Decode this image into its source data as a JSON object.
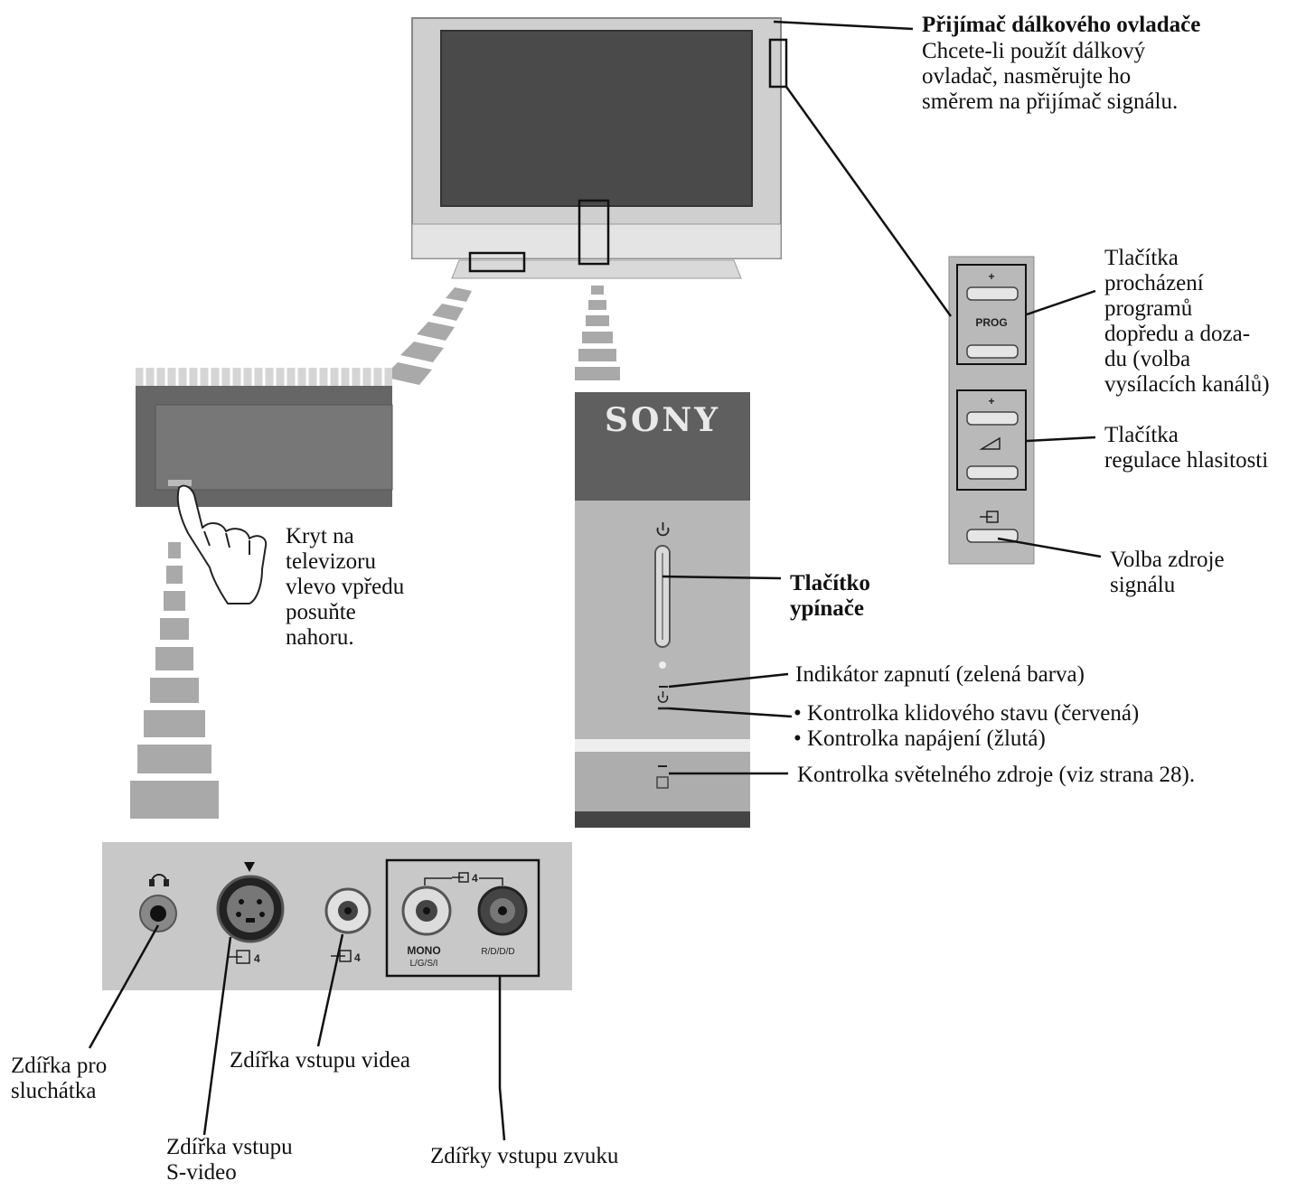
{
  "brand": {
    "logo": "SONY"
  },
  "labels": {
    "remote_receiver_title": "Přijímač dálkového ovladače",
    "remote_receiver_text": "Chcete-li použít dálkový\novladač, nasměrujte ho\nsměrem na přijímač signálu.",
    "prog_buttons": "Tlačítka\nprocházení\nprogramů\n dopředu a doza-\ndu (volba\nvysílacích kanálů)",
    "volume_buttons": "Tlačítka\nregulace hlasitosti",
    "source_select": "Volba zdroje\nsignálu",
    "cover_note": "Kryt na\ntelevizoru\nvlevo vpředu\nposuňte\nnahoru.",
    "power_button": "Tlačítko\nypínače",
    "power_indicator": "Indikátor zapnutí (zelená barva)",
    "standby_lamp": "• Kontrolka klidového stavu (červená)",
    "power_lamp": "• Kontrolka napájení (žlutá)",
    "light_source_lamp": "Kontrolka světelného zdroje (viz strana 28).",
    "headphone_jack": "Zdířka pro\nsluchátka",
    "svideo_jack": "Zdířka vstupu\nS-video",
    "video_jack": "Zdířka vstupu videa",
    "audio_jacks": "Zdířky vstupu zvuku"
  },
  "panel_marks": {
    "prog": "PROG",
    "plus": "+",
    "input_num_a": "4",
    "input_num_b": "4",
    "input_num_c": "4",
    "mono": "MONO",
    "mono_sub": "L/G/S/I",
    "right": "R/D/D/D"
  },
  "icons": [
    "headphones-icon",
    "input-icon",
    "svideo-input-icon",
    "power-icon",
    "volume-icon",
    "hand-icon"
  ]
}
